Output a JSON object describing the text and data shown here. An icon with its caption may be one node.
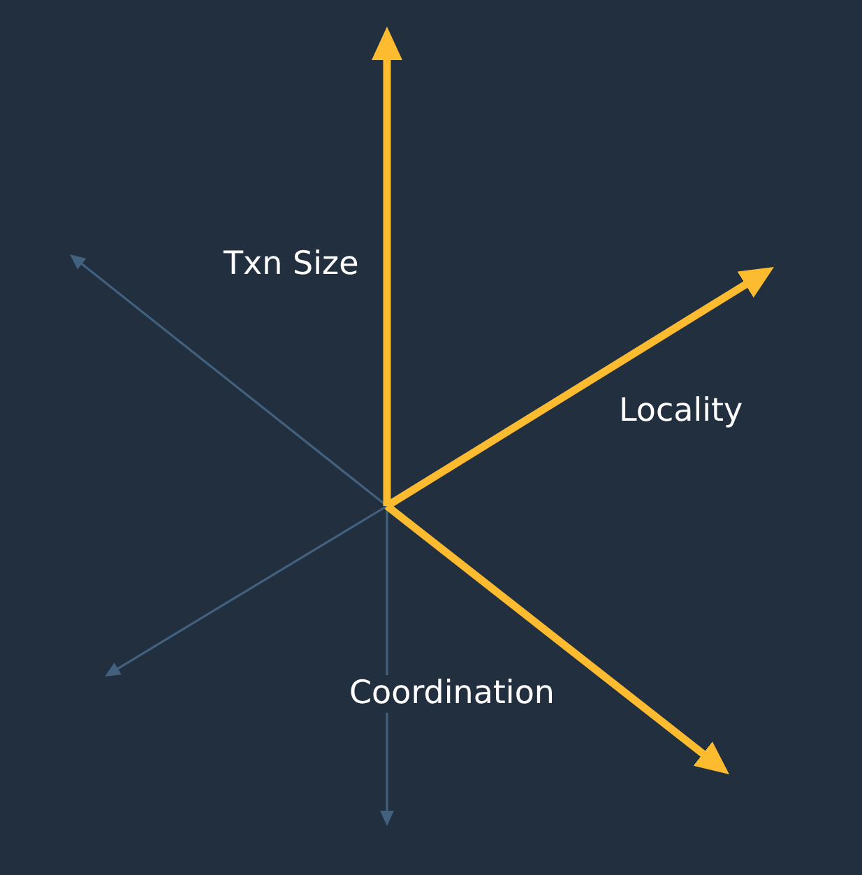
{
  "diagram": {
    "labels": [
      "Txn Size",
      "Locality",
      "Coordination"
    ]
  }
}
